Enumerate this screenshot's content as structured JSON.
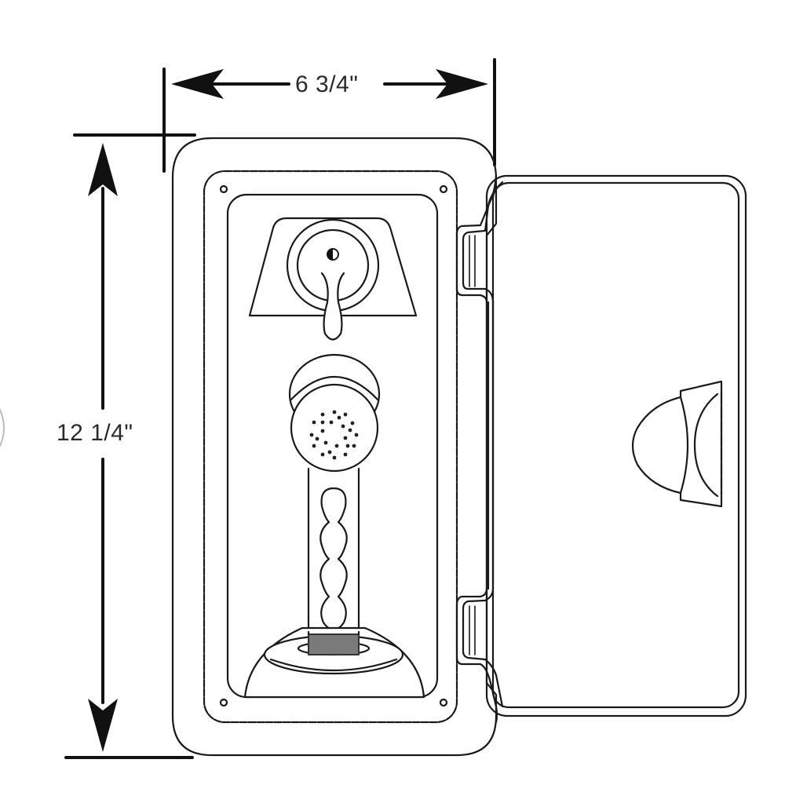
{
  "diagram": {
    "subject": "Recessed transom shower box with hand-held shower head and hinged door",
    "colors": {
      "line": "#1a1a1a",
      "dimension_line": "#111111",
      "background": "#ffffff",
      "collar_fill": "#7a7a7a"
    },
    "dimensions": {
      "width": {
        "label": "6 3/4\"",
        "orientation": "horizontal"
      },
      "height": {
        "label": "12 1/4\"",
        "orientation": "vertical"
      }
    },
    "components": [
      {
        "id": "outer-frame",
        "label": "Mounting flange"
      },
      {
        "id": "inner-recess",
        "label": "Recessed box"
      },
      {
        "id": "mounting-holes",
        "count": 4
      },
      {
        "id": "valve-knob",
        "label": "Mixing valve with lever handle"
      },
      {
        "id": "shower-head",
        "label": "Hand-held shower head",
        "spray_holes": 24
      },
      {
        "id": "shower-handle",
        "label": "Shower handle with grip pattern"
      },
      {
        "id": "cradle-base",
        "label": "Shower holder base with hose collar"
      },
      {
        "id": "hinges",
        "count": 2
      },
      {
        "id": "door",
        "label": "Hinged door (open)"
      },
      {
        "id": "door-latch",
        "label": "Door latch"
      }
    ]
  }
}
